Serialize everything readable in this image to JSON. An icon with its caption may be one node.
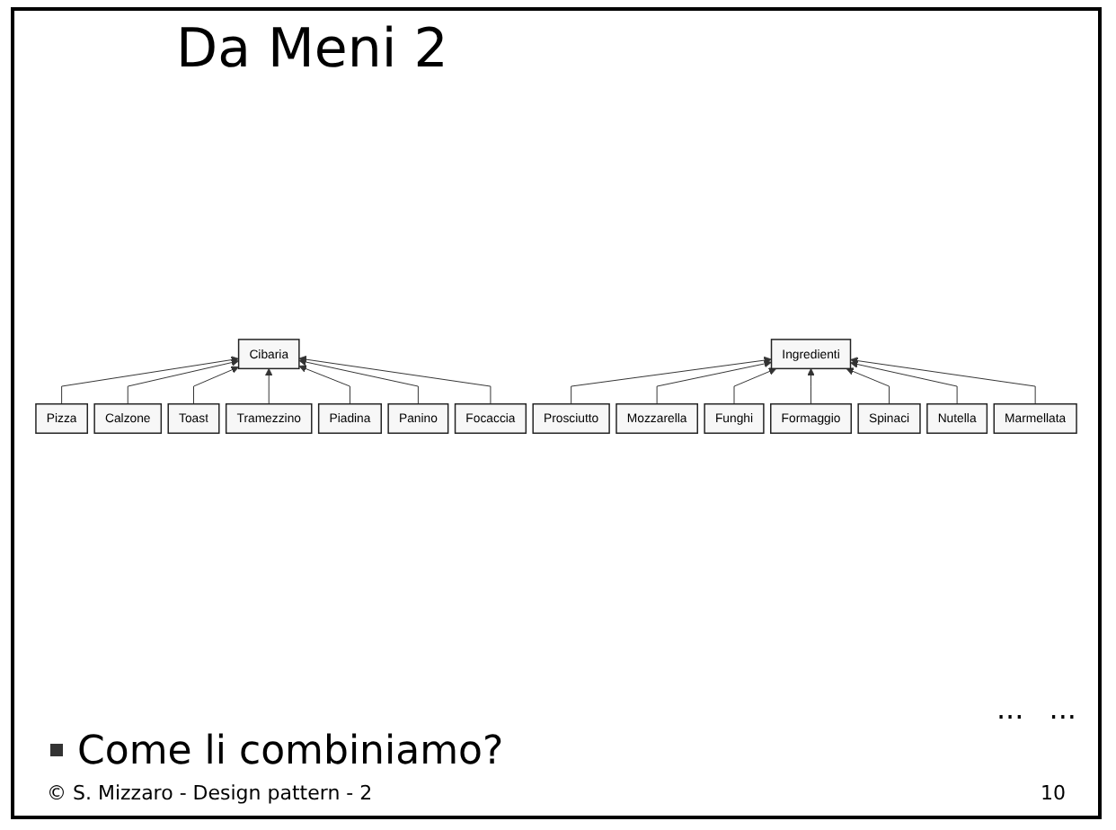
{
  "diagram": {
    "title": "Da Meni 2",
    "nodes": [
      {
        "text": [
          "Cibaria"
        ]
      },
      {
        "text": [
          "Pizza"
        ]
      },
      {
        "text": [
          "Calzone"
        ]
      },
      {
        "text": [
          "Toast"
        ]
      },
      {
        "text": [
          "Tramezzino"
        ]
      },
      {
        "text": [
          "Piadina"
        ]
      },
      {
        "text": [
          "Panino"
        ]
      },
      {
        "text": [
          "Focaccia"
        ]
      },
      {
        "text": [
          "Ingredienti"
        ]
      },
      {
        "text": [
          "Prosciutto"
        ]
      },
      {
        "text": [
          "Mozzarella"
        ]
      },
      {
        "text": [
          "Funghi"
        ]
      },
      {
        "text": [
          "Formaggio"
        ]
      },
      {
        "text": [
          "Spinaci"
        ]
      },
      {
        "text": [
          "Nutella"
        ]
      },
      {
        "text": [
          "Marmellata"
        ]
      }
    ],
    "edges": [
      {
        "from": 1,
        "to": 0,
        "arrow": "to"
      },
      {
        "from": 2,
        "to": 0,
        "arrow": "to"
      },
      {
        "from": 3,
        "to": 0,
        "arrow": "to"
      },
      {
        "from": 4,
        "to": 0,
        "arrow": "to"
      },
      {
        "from": 5,
        "to": 0,
        "arrow": "to"
      },
      {
        "from": 6,
        "to": 0,
        "arrow": "to"
      },
      {
        "from": 7,
        "to": 0,
        "arrow": "to"
      },
      {
        "from": 9,
        "to": 8,
        "arrow": "to"
      },
      {
        "from": 10,
        "to": 8,
        "arrow": "to"
      },
      {
        "from": 11,
        "to": 8,
        "arrow": "to"
      },
      {
        "from": 12,
        "to": 8,
        "arrow": "to"
      },
      {
        "from": 13,
        "to": 8,
        "arrow": "to"
      },
      {
        "from": 14,
        "to": 8,
        "arrow": "to"
      },
      {
        "from": 15,
        "to": 8,
        "arrow": "to"
      }
    ],
    "labels": [
      "...",
      "...",
      "Come li combiniamo?",
      "© S. Mizzaro - Design pattern - 2",
      "10"
    ]
  }
}
